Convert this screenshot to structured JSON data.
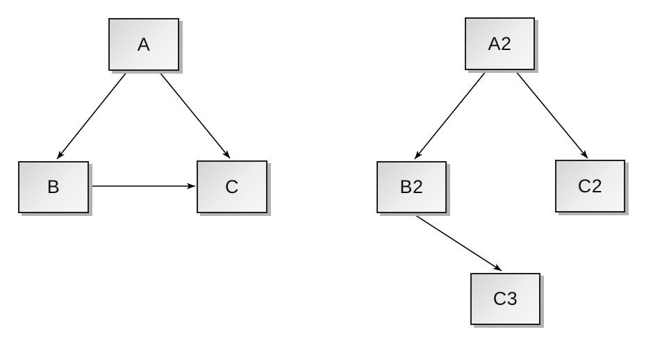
{
  "graphs": [
    {
      "name": "left-graph",
      "nodes": [
        {
          "id": "A",
          "label": "A"
        },
        {
          "id": "B",
          "label": "B"
        },
        {
          "id": "C",
          "label": "C"
        }
      ],
      "edges": [
        {
          "from": "A",
          "to": "B"
        },
        {
          "from": "A",
          "to": "C"
        },
        {
          "from": "B",
          "to": "C"
        }
      ]
    },
    {
      "name": "right-graph",
      "nodes": [
        {
          "id": "A2",
          "label": "A2"
        },
        {
          "id": "B2",
          "label": "B2"
        },
        {
          "id": "C2",
          "label": "C2"
        },
        {
          "id": "C3",
          "label": "C3"
        }
      ],
      "edges": [
        {
          "from": "A2",
          "to": "B2"
        },
        {
          "from": "A2",
          "to": "C2"
        },
        {
          "from": "B2",
          "to": "C3"
        }
      ]
    }
  ],
  "colors": {
    "background": "#ffffff",
    "node_fill_dark": "#d4d4d4",
    "node_fill_light": "#f7f7f7",
    "node_border": "#1f1f1f",
    "node_shadow": "#b3b3b3",
    "edge": "#000000"
  }
}
